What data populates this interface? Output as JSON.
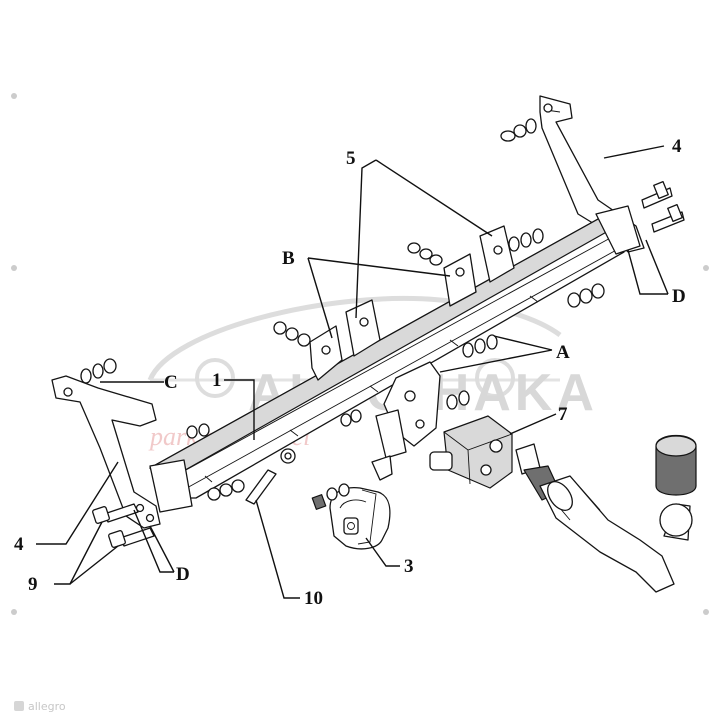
{
  "labels": {
    "main_beam": "1",
    "electrical_socket": "3",
    "side_arm_right": "4",
    "side_arm_left": "4",
    "brackets": "5",
    "tow_ball": "7",
    "bolts": "9",
    "chain_eye": "10",
    "point_a": "A",
    "point_b": "B",
    "point_c": "C",
    "point_d_right": "D",
    "point_d_left": "D"
  },
  "watermark": {
    "logo_text": "AUTO-HAKA",
    "tagline": "park and travel"
  },
  "footer": {
    "marketplace": "allegro"
  }
}
